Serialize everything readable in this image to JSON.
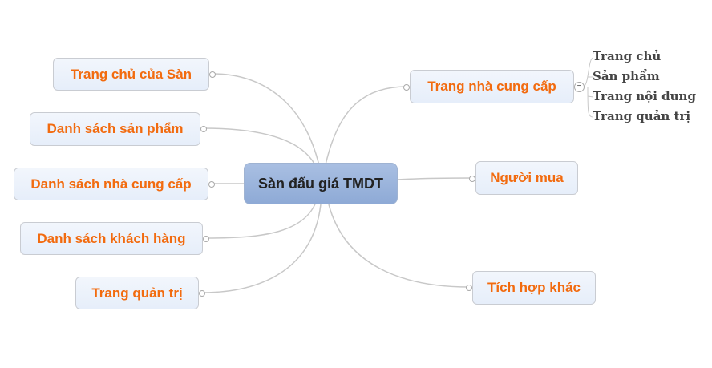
{
  "center": "Sàn đấu giá TMDT",
  "left": [
    "Trang chủ của Sàn",
    "Danh sách sản phẩm",
    "Danh sách nhà cung cấp",
    "Danh sách khách hàng",
    "Trang quản trị"
  ],
  "right": [
    "Trang nhà cung cấp",
    "Người mua",
    "Tích hợp khác"
  ],
  "sub": [
    "Trang chủ",
    "Sản phẩm",
    "Trang nội dung",
    "Trang quản trị"
  ],
  "collapse": "−"
}
